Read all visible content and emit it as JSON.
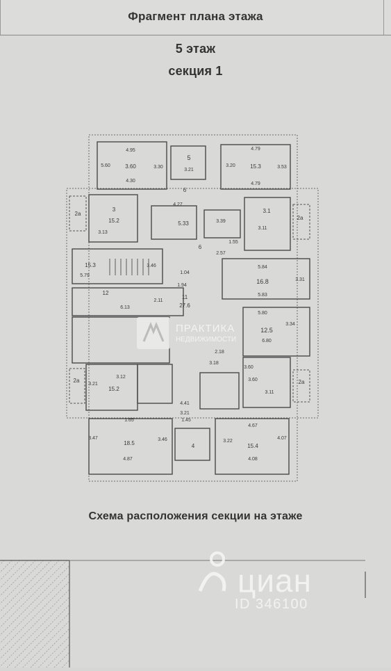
{
  "header": {
    "title": "Фрагмент плана этажа",
    "floor": "5 этаж",
    "section": "секция 1"
  },
  "plan": {
    "labels": [
      "4.95",
      "5.60",
      "4.30",
      "3.30",
      "3.60",
      "5",
      "3.21",
      "4.79",
      "3.20",
      "15.3",
      "4.79",
      "3.53",
      "2а",
      "3",
      "15.2",
      "3.13",
      "4.27",
      "6",
      "5.33",
      "3.39",
      "3.1",
      "2а",
      "6",
      "3.11",
      "2.57",
      "1.55",
      "5.84",
      "16.8",
      "5.83",
      "3.31",
      "15.3",
      "5.79",
      "1.04",
      "3.46",
      "12",
      "6.13",
      "2.11",
      "11",
      "27.6",
      "5.80",
      "3.34",
      "12.5",
      "6.80",
      "2.18",
      "2а",
      "3.21",
      "3.12",
      "15.2",
      "3.60",
      "3.11",
      "2а",
      "4.41",
      "1.65",
      "3.21",
      "4.67",
      "4",
      "15.4",
      "4.08",
      "3.22",
      "4.07",
      "3.47",
      "4.87",
      "18.5",
      "3.46",
      "3.18",
      "3.60",
      "1.45",
      "1.94"
    ]
  },
  "watermark_praktika": {
    "name": "ПРАКТИКА",
    "subtitle": "НЕДВИЖИМОСТИ"
  },
  "scheme": {
    "title": "Схема расположения секции на этаже"
  },
  "watermark_cian": {
    "brand": "циан",
    "id": "ID 346100"
  }
}
